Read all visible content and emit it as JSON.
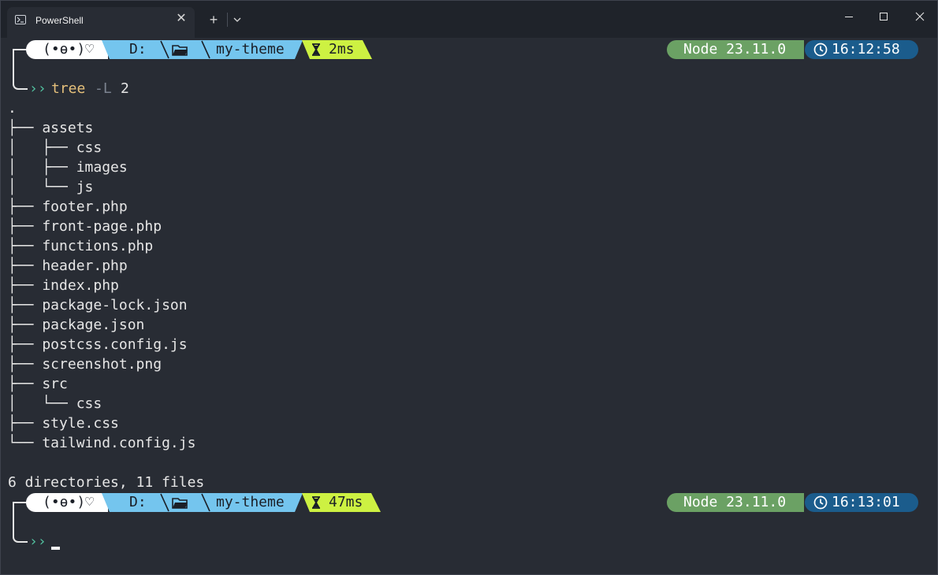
{
  "window": {
    "tab_title": "PowerShell",
    "tab_close": "✕",
    "new_tab": "+",
    "icons": [
      "powershell-icon",
      "dropdown-icon",
      "minimize-icon",
      "maximize-icon",
      "close-icon"
    ]
  },
  "prompt1": {
    "kaomoji": "(•ө•)♡",
    "drive": "D:",
    "folder": "my-theme",
    "duration": "2ms",
    "node": "Node 23.11.0",
    "clock": "16:12:58"
  },
  "command": {
    "arrow": "››",
    "name": "tree",
    "flag": "-L",
    "arg": "2"
  },
  "output": {
    "lines": [
      ".",
      "├── assets",
      "│   ├── css",
      "│   ├── images",
      "│   └── js",
      "├── footer.php",
      "├── front-page.php",
      "├── functions.php",
      "├── header.php",
      "├── index.php",
      "├── package-lock.json",
      "├── package.json",
      "├── postcss.config.js",
      "├── screenshot.png",
      "├── src",
      "│   └── css",
      "├── style.css",
      "└── tailwind.config.js",
      "",
      "6 directories, 11 files"
    ]
  },
  "prompt2": {
    "kaomoji": "(•ө•)♡",
    "drive": "D:",
    "folder": "my-theme",
    "duration": "47ms",
    "node": "Node 23.11.0",
    "clock": "16:13:01",
    "arrow": "››"
  },
  "colors": {
    "background": "#282c34",
    "path_segment": "#74c5ee",
    "duration_segment": "#cdf142",
    "node_segment": "#6ba164",
    "clock_segment": "#1b5c8c",
    "prompt_arrow": "#52c2a0",
    "command": "#e5c07b"
  }
}
